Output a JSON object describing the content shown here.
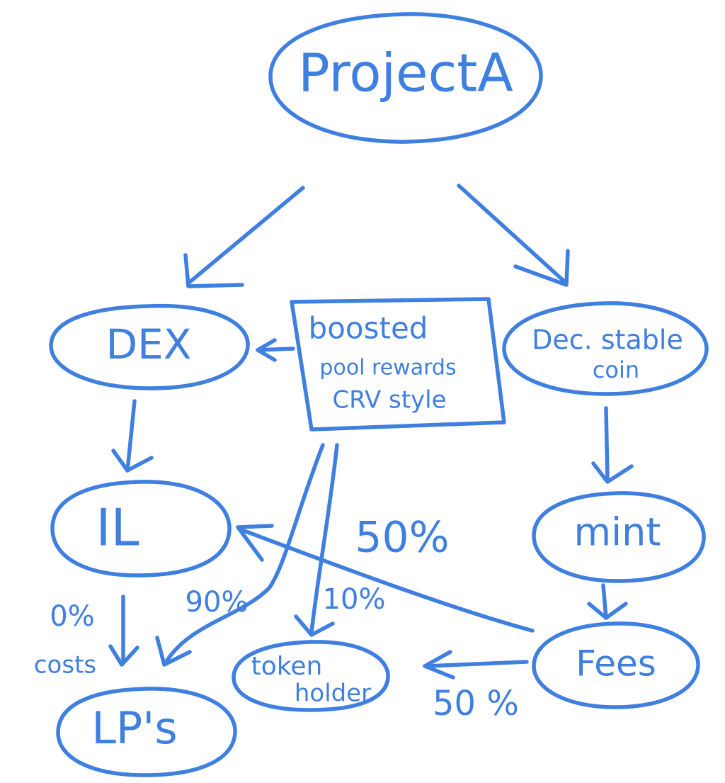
{
  "colors": {
    "ink": "#3f7fe0",
    "background": "#ffffff"
  },
  "nodes": {
    "project": "ProjectA",
    "dex": "DEX",
    "stablecoin_line1": "Dec. stable",
    "stablecoin_line2": "coin",
    "boosted_line1": "boosted",
    "boosted_line2": "pool rewards",
    "boosted_line3": "CRV style",
    "il": "IL",
    "mint": "mint",
    "fees": "Fees",
    "lps": "LP's",
    "token_line1": "token",
    "token_line2": "holder"
  },
  "edge_labels": {
    "fees_to_il": "50%",
    "fees_to_token": "50 %",
    "boost_to_lps": "90%",
    "boost_to_token": "10%",
    "il_to_lps_pct": "0%",
    "il_to_lps_note": "costs"
  }
}
